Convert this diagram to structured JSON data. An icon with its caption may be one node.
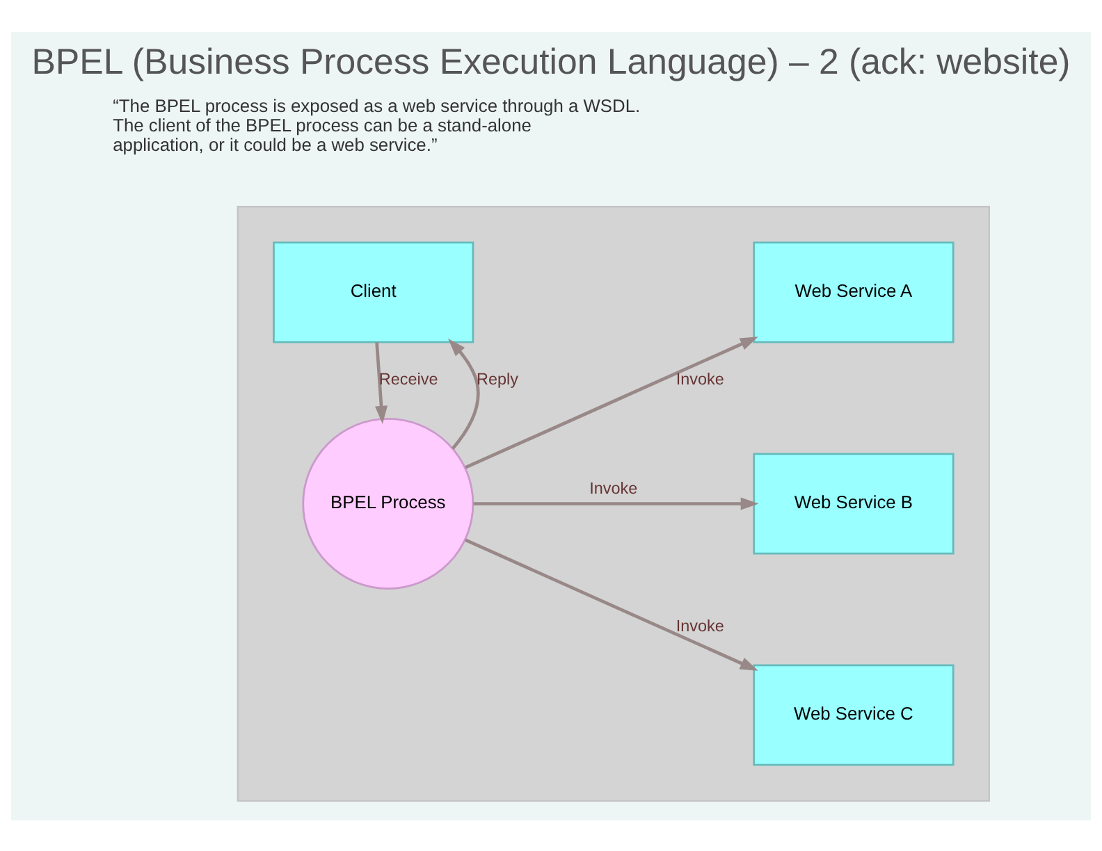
{
  "diagram": {
    "title": "BPEL (Business Process Execution Language) – 2 (ack: website)",
    "nodes": [
      {
        "text": [],
        "shape": "box"
      },
      {
        "text": [
          "Client"
        ],
        "in": 0
      },
      {
        "text": [
          "BPEL Process"
        ],
        "in": 0
      },
      {
        "text": [
          "Web Service A"
        ],
        "in": 0
      },
      {
        "text": [
          "Web Service B"
        ],
        "in": 0
      },
      {
        "text": [
          "Web Service C"
        ],
        "in": 0
      }
    ],
    "edges": [
      {
        "from": 1,
        "to": 2,
        "arrow": "to",
        "label": "Receive"
      },
      {
        "from": 2,
        "to": 1,
        "arrow": "to",
        "label": "Reply"
      },
      {
        "from": 2,
        "to": 3,
        "arrow": "to",
        "label": "Invoke"
      },
      {
        "from": 2,
        "to": 4,
        "arrow": "to",
        "label": "Invoke"
      },
      {
        "from": 2,
        "to": 5,
        "arrow": "to",
        "label": "Invoke"
      }
    ],
    "labels": [
      "“The BPEL process is exposed as a web service through a WSDL. The client of the BPEL process can be a stand-alone application, or it could be a web service.”"
    ]
  }
}
